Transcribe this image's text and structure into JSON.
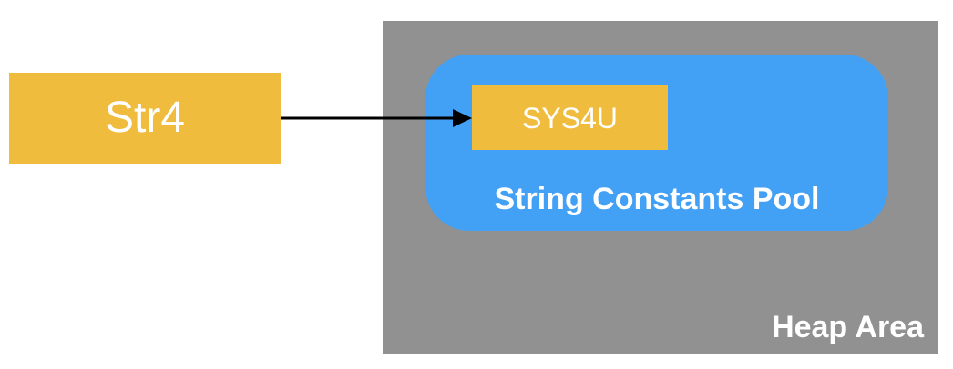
{
  "variable": {
    "label": "Str4"
  },
  "heap": {
    "label": "Heap Area"
  },
  "string_pool": {
    "label": "String Constants Pool",
    "entries": [
      {
        "value": "SYS4U"
      }
    ]
  },
  "colors": {
    "heap_background": "#919191",
    "pool_background": "#42a0f5",
    "box_fill": "#efbc3d",
    "arrow": "#000000",
    "text": "#ffffff"
  }
}
